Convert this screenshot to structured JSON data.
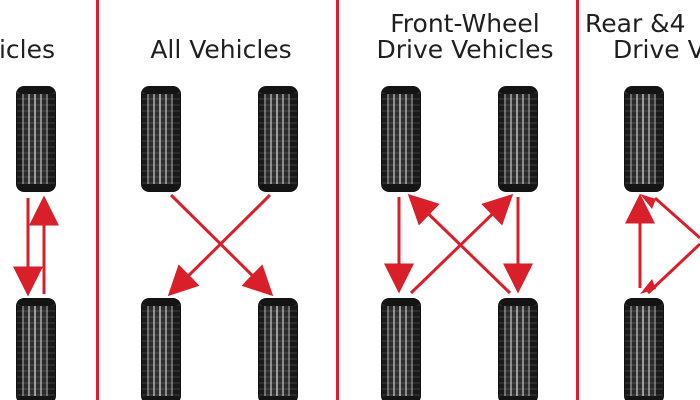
{
  "diagram": {
    "colors": {
      "accent": "#d81f2a",
      "text": "#1f1f1f",
      "background": "#ffffff"
    },
    "panels": [
      {
        "title_lines": [
          "icles"
        ]
      },
      {
        "title_lines": [
          "All Vehicles"
        ]
      },
      {
        "title_lines": [
          "Front-Wheel",
          "Drive Vehicles"
        ]
      },
      {
        "title_lines": [
          "Rear &4",
          "Drive V"
        ]
      }
    ]
  }
}
